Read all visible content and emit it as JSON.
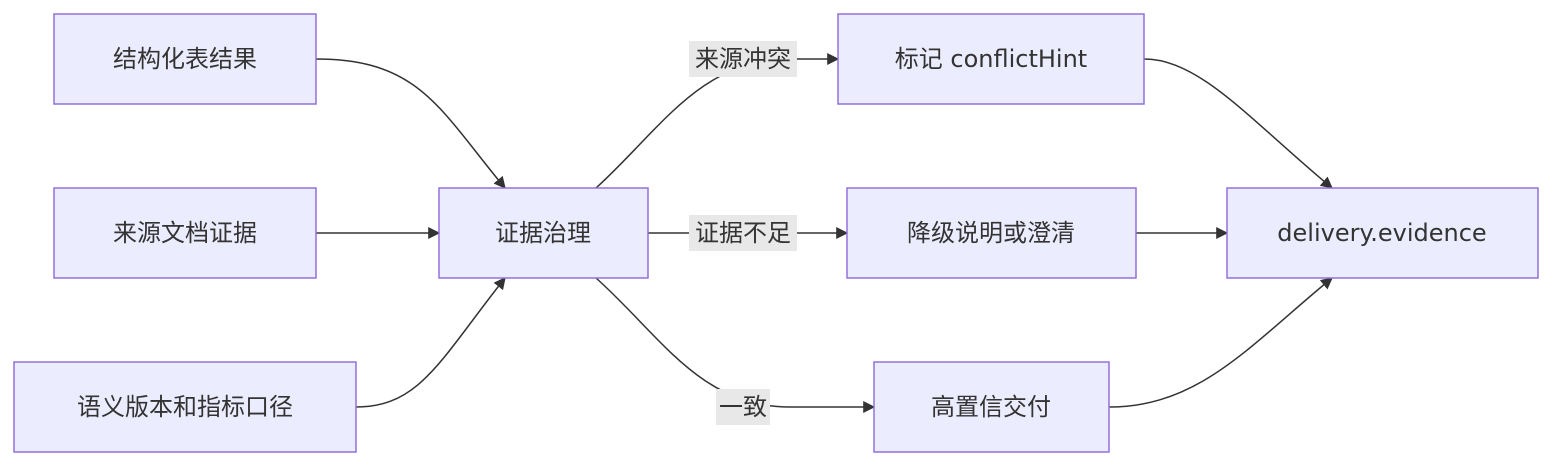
{
  "nodes": {
    "table_result": "结构化表结果",
    "source_evidence": "来源文档证据",
    "semantic_version": "语义版本和指标口径",
    "governance": "证据治理",
    "conflict_hint": "标记 conflictHint",
    "downgrade": "降级说明或澄清",
    "high_confidence": "高置信交付",
    "delivery_evidence": "delivery.evidence"
  },
  "edge_labels": {
    "conflict": "来源冲突",
    "insufficient": "证据不足",
    "consistent": "一致"
  },
  "colors": {
    "node_fill": "#ececff",
    "node_stroke": "#9370db",
    "edge": "#333333",
    "label_bg": "#e8e8e8",
    "text": "#333333"
  }
}
